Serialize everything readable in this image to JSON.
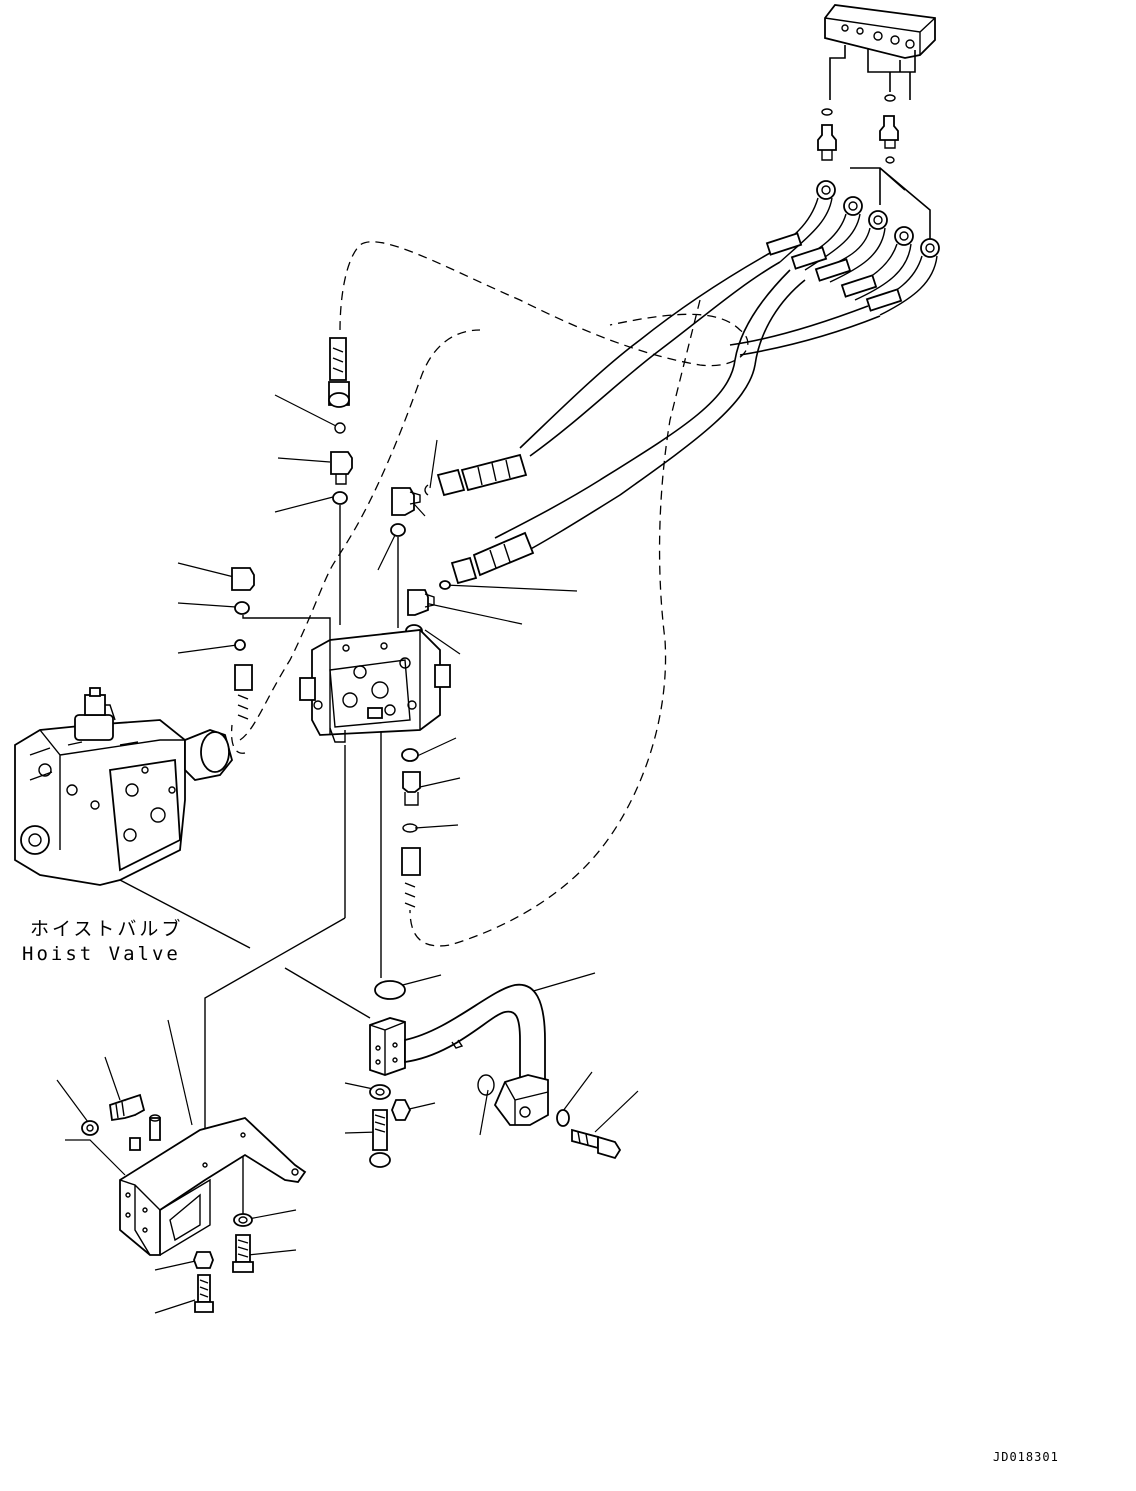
{
  "labels": {
    "component_jp": "ホイストバルブ",
    "component_en": "Hoist Valve"
  },
  "drawing_code": "JD018301"
}
